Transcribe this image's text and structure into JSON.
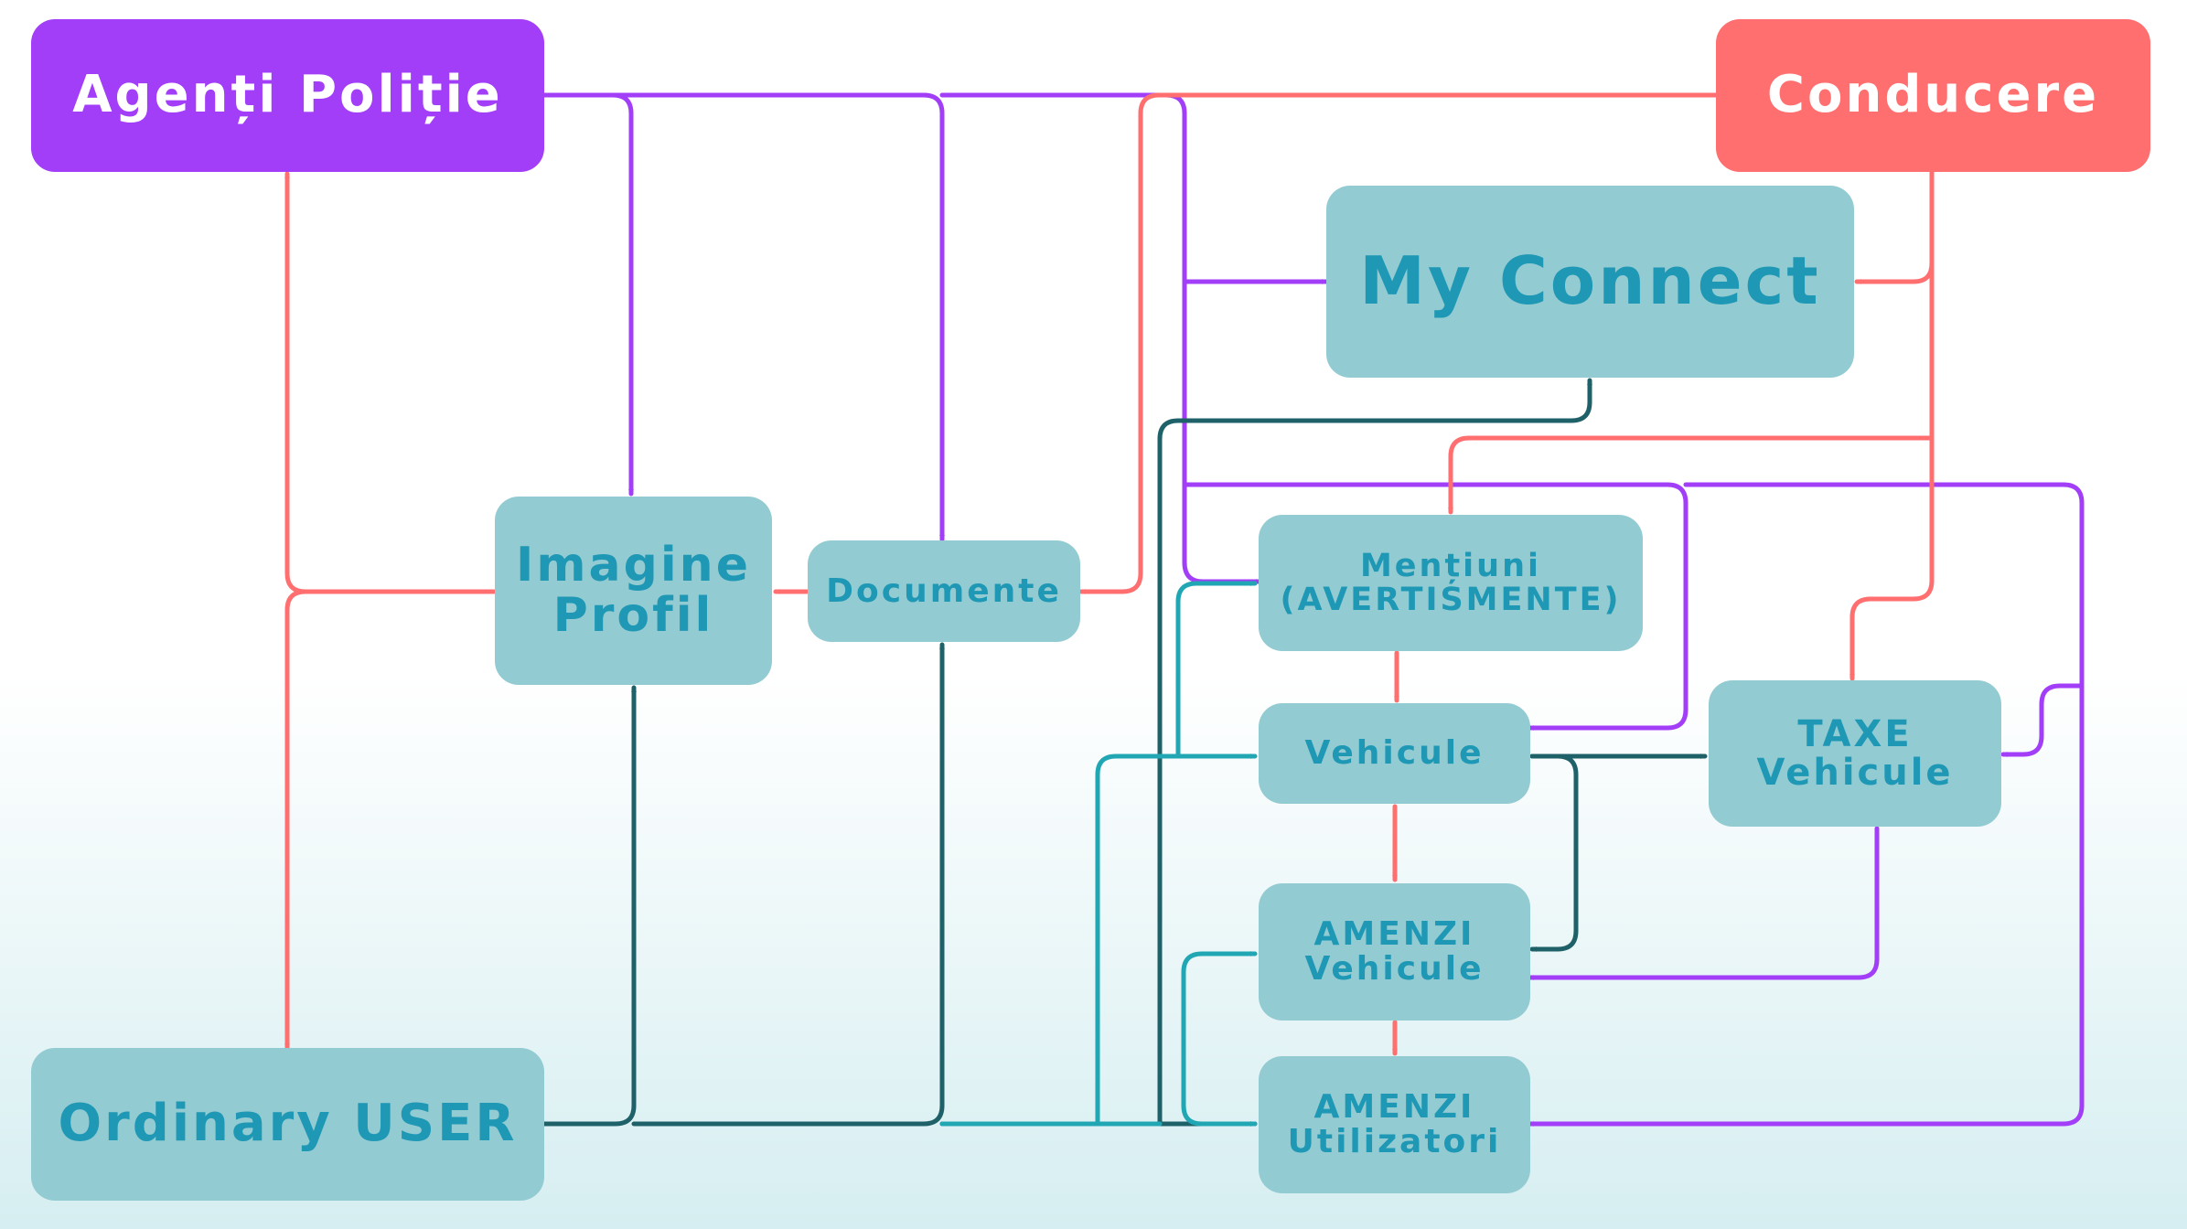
{
  "nodes": {
    "agenti_politie": "Agenți Poliție",
    "conducere": "Conducere",
    "my_connect": "My Connect",
    "imagine_profil": [
      "Imagine",
      "Profil"
    ],
    "documente": "Documente",
    "mentiuni": [
      "Mențiuni",
      "(AVERTISMENTE)"
    ],
    "vehicule": "Vehicule",
    "taxe_vehicule": [
      "TAXE",
      "Vehicule"
    ],
    "amenzi_vehicule": [
      "AMENZI",
      "Vehicule"
    ],
    "amenzi_utilizatori": [
      "AMENZI",
      "Utilizatori"
    ],
    "ordinary_user": "Ordinary USER"
  },
  "colors": {
    "police": "#a23df8",
    "management": "#ff6f6f",
    "module_fill": "#93cbd2",
    "module_text": "#1e98b5",
    "user_link": "#1f6168",
    "user_link_light": "#20a7b3"
  }
}
